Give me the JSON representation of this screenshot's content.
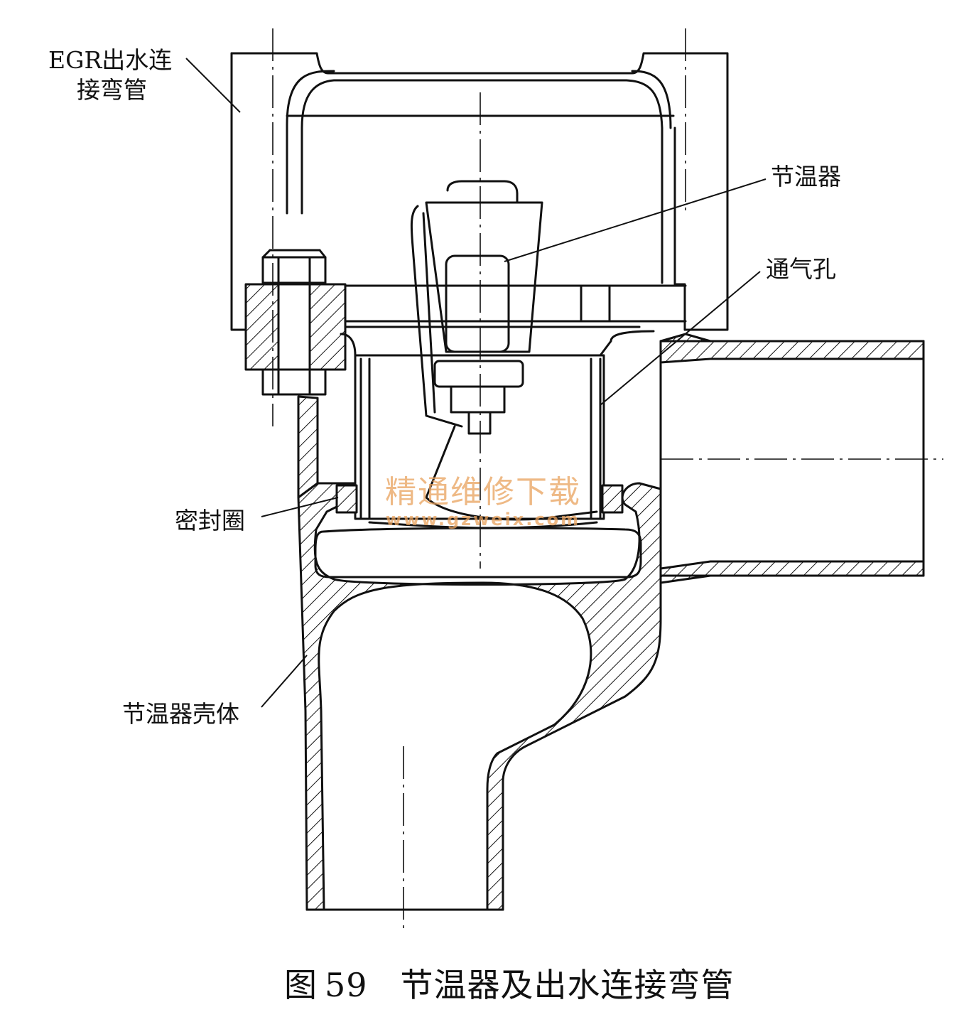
{
  "labels": {
    "egr_line1": "EGR出水连",
    "egr_line2": "接弯管",
    "thermostat": "节温器",
    "vent_hole": "通气孔",
    "seal_ring": "密封圈",
    "thermostat_housing": "节温器壳体"
  },
  "caption": {
    "figure": "图",
    "number": "59",
    "title": "节温器及出水连接弯管"
  },
  "watermark": {
    "text": "精通维修下载",
    "url": "www.gzweix.com",
    "color": "#e9a25d"
  }
}
